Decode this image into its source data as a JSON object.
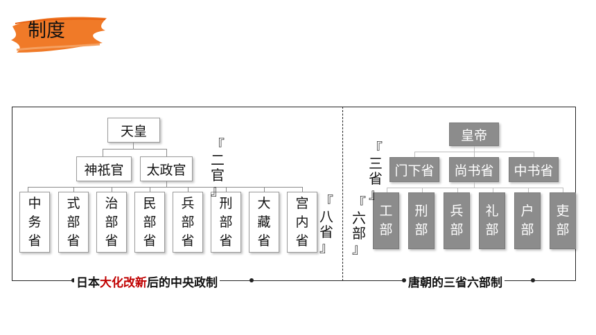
{
  "title": "制度",
  "japan": {
    "emperor": "天皇",
    "two_officials": [
      "神祇官",
      "太政官"
    ],
    "two_label": "『二官』",
    "eight_ministries": [
      "中务省",
      "式部省",
      "治部省",
      "民部省",
      "兵部省",
      "刑部省",
      "大藏省",
      "宫内省"
    ],
    "eight_label": "『八省』",
    "caption_pre": "日本",
    "caption_red": "大化改新",
    "caption_post": "后的中央政制"
  },
  "tang": {
    "emperor": "皇帝",
    "three_depts": [
      "门下省",
      "尚书省",
      "中书省"
    ],
    "three_label": "『三省』",
    "six_ministries": [
      "工部",
      "刑部",
      "兵部",
      "礼部",
      "户部",
      "吏部"
    ],
    "six_label": "『六部』",
    "caption": "唐朝的三省六部制"
  },
  "colors": {
    "accent_brush": "#f07a28",
    "highlight": "#c00000",
    "tang_box": "#8c8c8c"
  }
}
